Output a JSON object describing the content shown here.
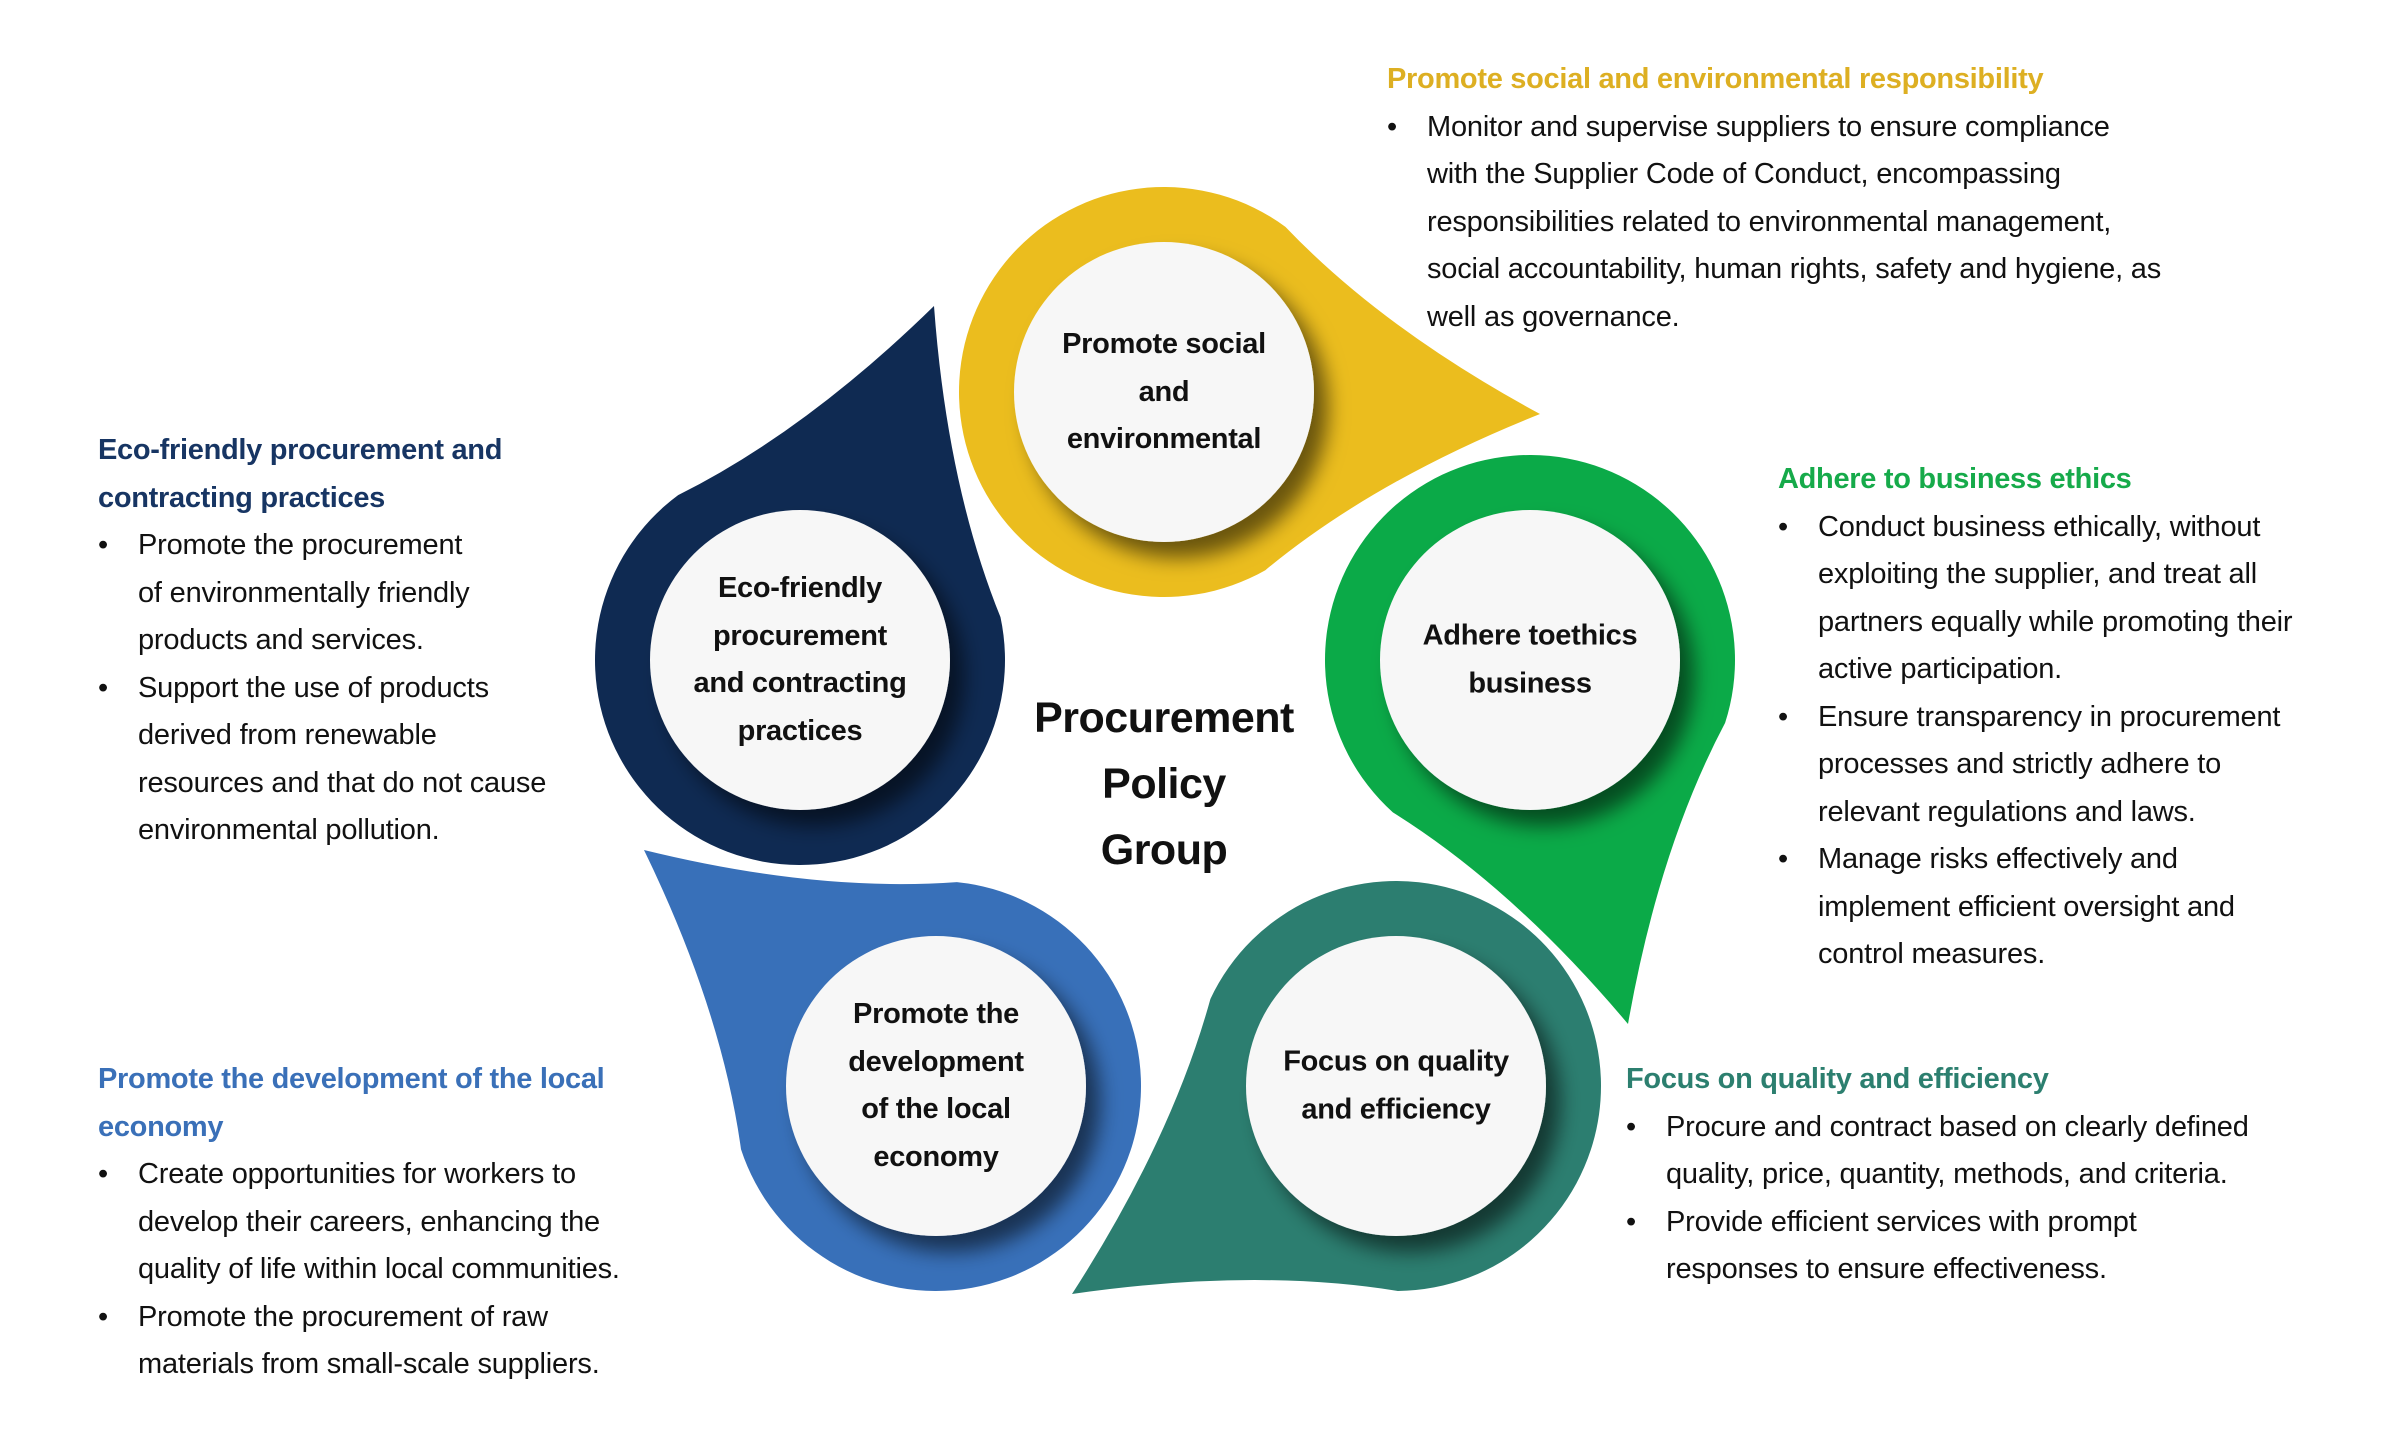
{
  "center_title": "Procurement\nPolicy\nGroup",
  "colors": {
    "yellow": "#EBBD1E",
    "navy": "#0F2A52",
    "green": "#0BAA48",
    "teal": "#2C7E70",
    "blue": "#3870B9",
    "heading_yellow": "#DDAF22",
    "heading_navy": "#173563",
    "heading_green": "#16AA4A",
    "heading_teal": "#2C7F6F",
    "heading_blue": "#3A70B8"
  },
  "nodes": {
    "social": {
      "label": "Promote social\nand\nenvironmental"
    },
    "eco": {
      "label": "Eco-friendly\nprocurement\nand contracting\npractices"
    },
    "ethics": {
      "label": "Adhere toethics\nbusiness"
    },
    "local": {
      "label": "Promote the\ndevelopment\nof the local\neconomy"
    },
    "quality": {
      "label": "Focus on quality\nand efficiency"
    }
  },
  "sections": {
    "social": {
      "heading": "Promote social and environmental responsibility",
      "bullets": [
        "Monitor and supervise suppliers to ensure compliance\nwith the Supplier Code of Conduct, encompassing\nresponsibilities related to environmental management,\nsocial accountability, human rights, safety and hygiene, as\nwell as governance."
      ]
    },
    "ethics": {
      "heading": "Adhere to business ethics",
      "bullets": [
        "Conduct business ethically, without\nexploiting the supplier, and treat all\npartners equally while promoting their\nactive participation.",
        "Ensure transparency in procurement\nprocesses and strictly adhere to\nrelevant regulations and laws.",
        "Manage risks effectively and\nimplement efficient oversight and\ncontrol measures."
      ]
    },
    "eco": {
      "heading": "Eco-friendly procurement and\ncontracting practices",
      "bullets": [
        "Promote the procurement\nof environmentally friendly\nproducts and services.",
        "Support the use of products\nderived from renewable\nresources and that do not cause\nenvironmental pollution."
      ]
    },
    "local": {
      "heading": "Promote the development of the local\neconomy",
      "bullets": [
        "Create opportunities for workers to\ndevelop their careers, enhancing the\nquality of life within local communities.",
        "Promote the procurement of raw\nmaterials from small-scale suppliers."
      ]
    },
    "quality": {
      "heading": "Focus on quality and efficiency",
      "bullets": [
        "Procure and contract based on clearly defined\nquality, price, quantity, methods, and criteria.",
        "Provide efficient services with prompt\nresponses to ensure effectiveness."
      ]
    }
  }
}
